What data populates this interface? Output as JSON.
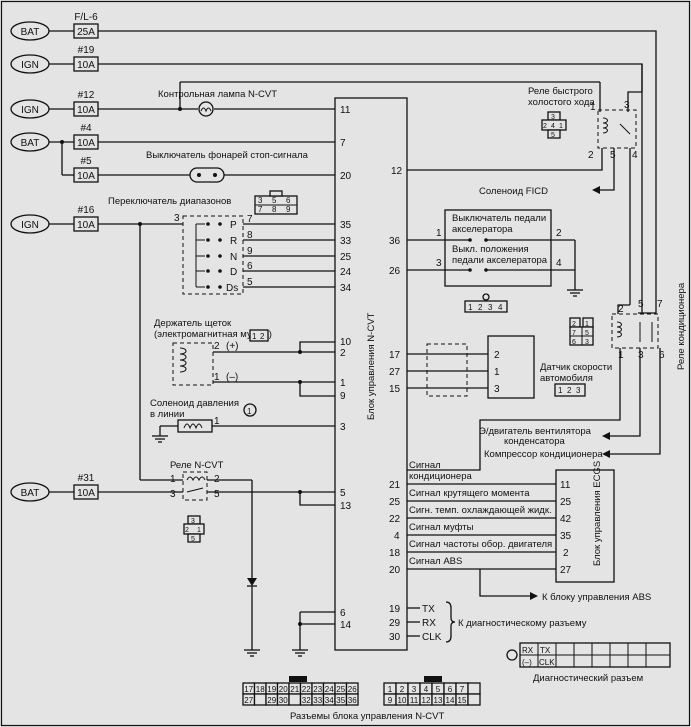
{
  "sources": {
    "bat": "BAT",
    "ign": "IGN"
  },
  "fuses": {
    "f1": {
      "name": "F/L-6",
      "rating": "25A"
    },
    "f2": {
      "name": "#19",
      "rating": "10A"
    },
    "f3": {
      "name": "#12",
      "rating": "10A"
    },
    "f4": {
      "name": "#4",
      "rating": "10A"
    },
    "f5": {
      "name": "#5",
      "rating": "10A"
    },
    "f6": {
      "name": "#16",
      "rating": "10A"
    },
    "f7": {
      "name": "#31",
      "rating": "10A"
    }
  },
  "labels": {
    "lamp": "Контрольная лампа N-CVT",
    "stop_switch": "Выключатель фонарей стоп-сигнала",
    "range_switch": "Переключатель диапазонов",
    "brush_holder_1": "Держатель щеток",
    "brush_holder_2": "(электромагнитная муфта)",
    "pressure_sol_1": "Соленоид давления",
    "pressure_sol_2": "в линии",
    "relay_ncvt": "Реле N-CVT",
    "fast_idle_1": "Реле быстрого",
    "fast_idle_2": "холостого хода",
    "ficd": "Соленоид FICD",
    "pedal_sw_1": "Выключатель педали",
    "pedal_sw_2": "акселератора",
    "idle_pos_1": "Выкл. положения",
    "idle_pos_2": "педали акселератора",
    "speed_sensor_1": "Датчик скорости",
    "speed_sensor_2": "автомобиля",
    "ac_relay": "Реле кондиционера",
    "control_unit": "Блок управления N-CVT",
    "fan_motor_1": "Э/двигатель вентилятора",
    "fan_motor_2": "конденсатора",
    "ac_compressor": "Компрессор кондиционера",
    "sig_ac_1": "Сигнал",
    "sig_ac_2": "кондиционера",
    "sig_torque": "Сигнал крутящего момента",
    "sig_coolant": "Сигн. темп. охлаждающей жидк.",
    "sig_clutch": "Сигнал муфты",
    "sig_rpm": "Сигнал частоты обор. двигателя",
    "sig_abs": "Сигнал ABS",
    "ecgs": "Блок управления ECGS",
    "to_abs": "К блоку управления ABS",
    "to_diag": "К диагностическому разъему",
    "tx": "TX",
    "rx": "RX",
    "clk": "CLK",
    "minus": "(–)",
    "diag_connector": "Диагностический разъем",
    "connectors": "Разъемы блока управления N-CVT",
    "plus": "(+)",
    "minus_plain": "(–)"
  },
  "range_positions": [
    "P",
    "R",
    "N",
    "D",
    "Ds"
  ],
  "range_pins": [
    "7",
    "8",
    "9",
    "6",
    "5"
  ],
  "range_cu_pins": [
    "35",
    "33",
    "25",
    "24",
    "34"
  ],
  "cu_left_pins": [
    "11",
    "7",
    "20",
    "10",
    "2",
    "1",
    "9",
    "3",
    "5",
    "13",
    "6",
    "14"
  ],
  "cu_right_pins": [
    "12",
    "36",
    "26",
    "17",
    "27",
    "15",
    "21",
    "25",
    "22",
    "4",
    "18",
    "20",
    "19",
    "29",
    "30"
  ],
  "ecgs_pins": [
    "11",
    "25",
    "42",
    "35",
    "2",
    "27"
  ],
  "misc_pins": {
    "a": "1",
    "b": "2",
    "c": "3",
    "d": "4",
    "e": "5",
    "f": "6",
    "g": "7"
  },
  "connector_a_top": [
    "17",
    "18",
    "19",
    "20",
    "21",
    "22",
    "23",
    "24",
    "25",
    "26"
  ],
  "connector_a_bottom": [
    "27",
    "",
    "29",
    "30",
    "",
    "32",
    "33",
    "34",
    "35",
    "36"
  ],
  "connector_b_top": [
    "1",
    "2",
    "3",
    "4",
    "5",
    "6",
    "7",
    ""
  ],
  "connector_b_bottom": [
    "9",
    "10",
    "11",
    "12",
    "13",
    "14",
    "15",
    ""
  ],
  "small_conn": {
    "fi": [
      "3",
      "2",
      "4",
      "1",
      "5"
    ],
    "range": [
      "3",
      "5",
      "6",
      "7",
      "8",
      "9"
    ],
    "brush": [
      "1",
      "2"
    ],
    "sol": "1",
    "relay": [
      "3",
      "2",
      "1",
      "5"
    ],
    "ped": [
      "1",
      "2",
      "3",
      "4"
    ],
    "ac": [
      "2",
      "1",
      "7",
      "5",
      "6",
      "3"
    ],
    "spd": [
      "1",
      "2",
      "3"
    ]
  }
}
